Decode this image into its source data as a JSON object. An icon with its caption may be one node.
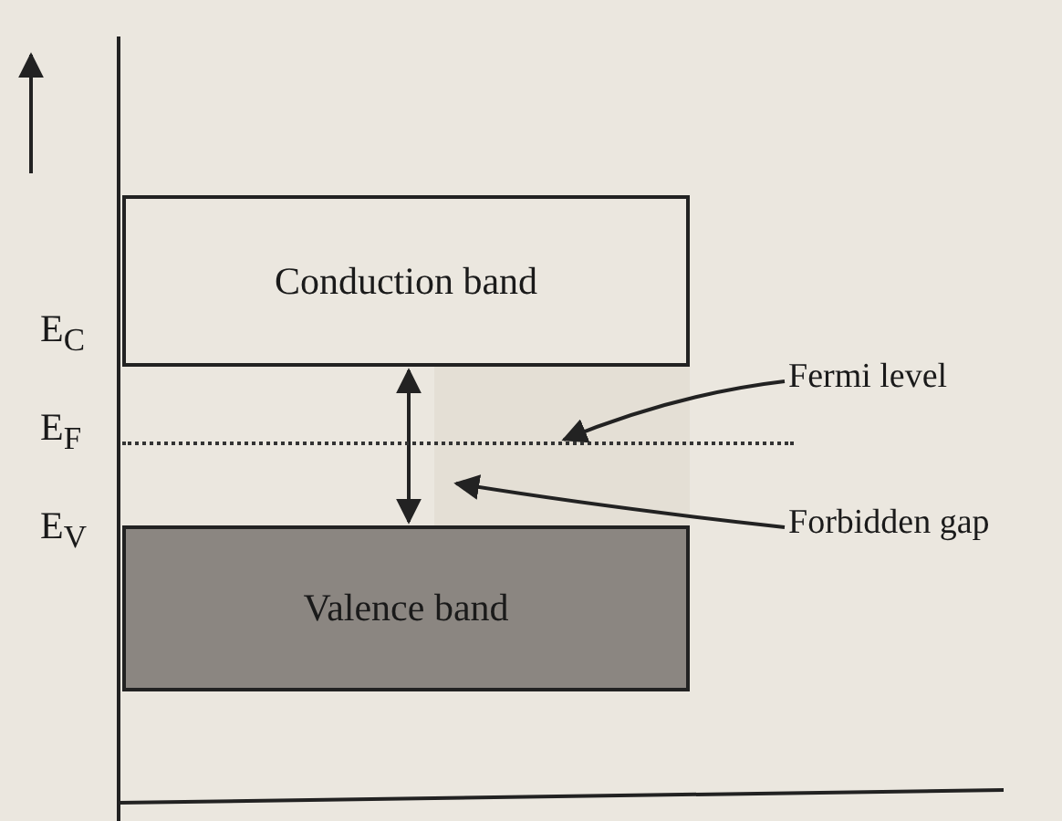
{
  "diagram": {
    "nodes": [
      {
        "text": [
          "Conduction band"
        ]
      },
      {
        "text": [
          "Valence band"
        ]
      },
      {
        "text": [
          "Fermi level"
        ]
      },
      {
        "text": [],
        "shape": "line"
      },
      {
        "text": [
          "Forbidden gap"
        ]
      },
      {
        "text": [],
        "shape": "region"
      }
    ],
    "edges": [
      {
        "from": 0,
        "to": 1,
        "arrow": "both"
      },
      {
        "from": 2,
        "to": 3,
        "arrow": "to"
      },
      {
        "from": 4,
        "to": 5,
        "arrow": "to"
      }
    ],
    "labels": [
      "E$_{C}$",
      "E$_{F}$",
      "E$_{V}$"
    ]
  }
}
